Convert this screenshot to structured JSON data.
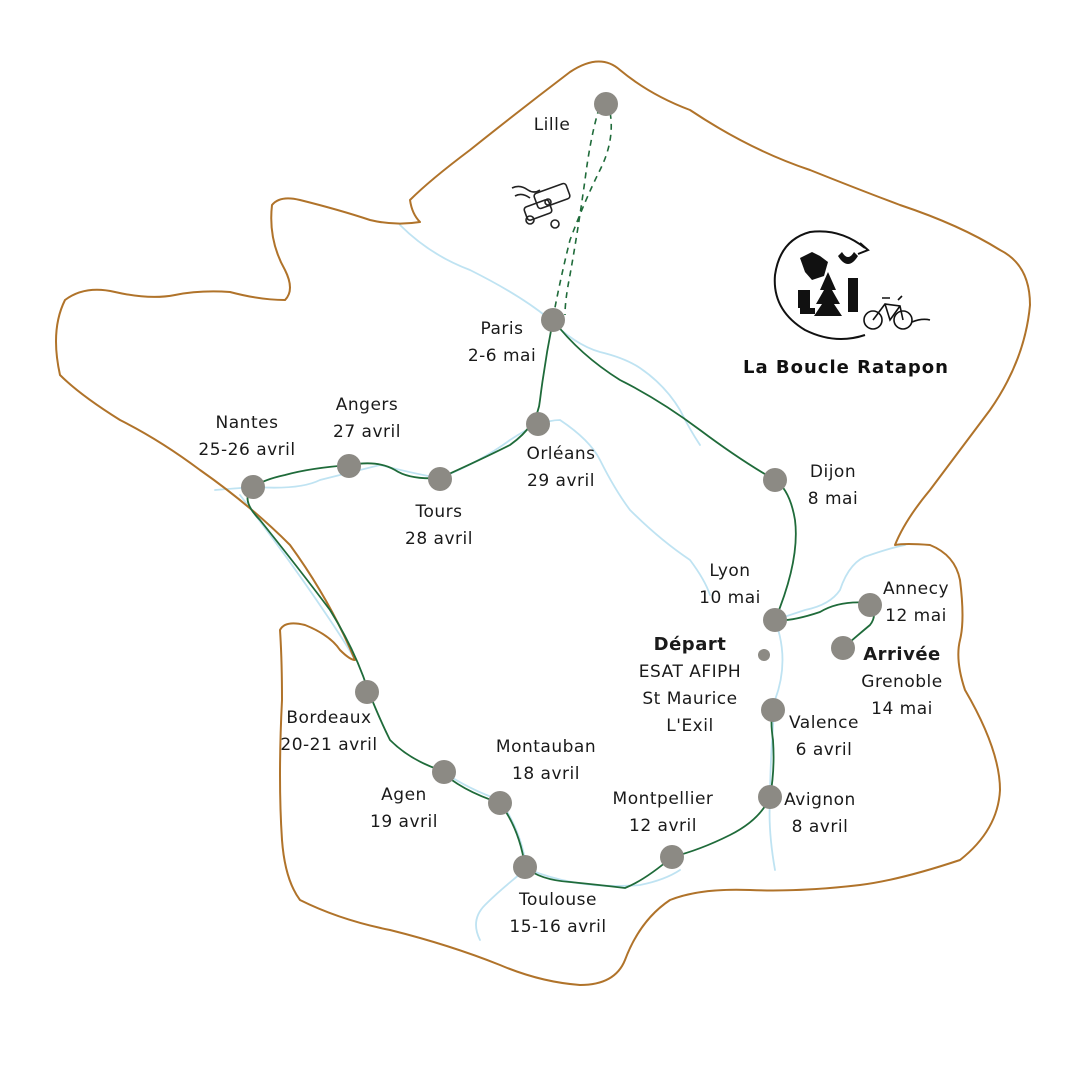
{
  "map": {
    "brand_title": "La Boucle Ratapon",
    "icons": [
      "logo-hands-tree-icon",
      "bicycle-icon",
      "train-icon"
    ],
    "colors": {
      "border": "#b0732a",
      "route": "#1f6b3a",
      "rivers": "#bfe3f2",
      "city_dot": "#8c8a84",
      "text": "#1a1a1a"
    },
    "cities": [
      {
        "key": "lille",
        "lines": [
          "Lille"
        ]
      },
      {
        "key": "paris",
        "lines": [
          "Paris",
          "2-6 mai"
        ]
      },
      {
        "key": "nantes",
        "lines": [
          "Nantes",
          "25-26 avril"
        ]
      },
      {
        "key": "angers",
        "lines": [
          "Angers",
          "27 avril"
        ]
      },
      {
        "key": "tours",
        "lines": [
          "Tours",
          "28 avril"
        ]
      },
      {
        "key": "orleans",
        "lines": [
          "Orléans",
          "29 avril"
        ]
      },
      {
        "key": "dijon",
        "lines": [
          "Dijon",
          "8 mai"
        ]
      },
      {
        "key": "lyon",
        "lines": [
          "Lyon",
          "10 mai"
        ]
      },
      {
        "key": "annecy",
        "lines": [
          "Annecy",
          "12 mai"
        ]
      },
      {
        "key": "grenoble",
        "lines": [
          "Arrivée",
          "Grenoble",
          "14 mai"
        ]
      },
      {
        "key": "depart",
        "lines": [
          "Départ",
          "ESAT AFIPH",
          "St Maurice",
          "L'Exil"
        ]
      },
      {
        "key": "valence",
        "lines": [
          "Valence",
          "6 avril"
        ]
      },
      {
        "key": "avignon",
        "lines": [
          "Avignon",
          "8 avril"
        ]
      },
      {
        "key": "montpellier",
        "lines": [
          "Montpellier",
          "12 avril"
        ]
      },
      {
        "key": "toulouse",
        "lines": [
          "Toulouse",
          "15-16 avril"
        ]
      },
      {
        "key": "montauban",
        "lines": [
          "Montauban",
          "18 avril"
        ]
      },
      {
        "key": "agen",
        "lines": [
          "Agen",
          "19 avril"
        ]
      },
      {
        "key": "bordeaux",
        "lines": [
          "Bordeaux",
          "20-21 avril"
        ]
      }
    ]
  }
}
